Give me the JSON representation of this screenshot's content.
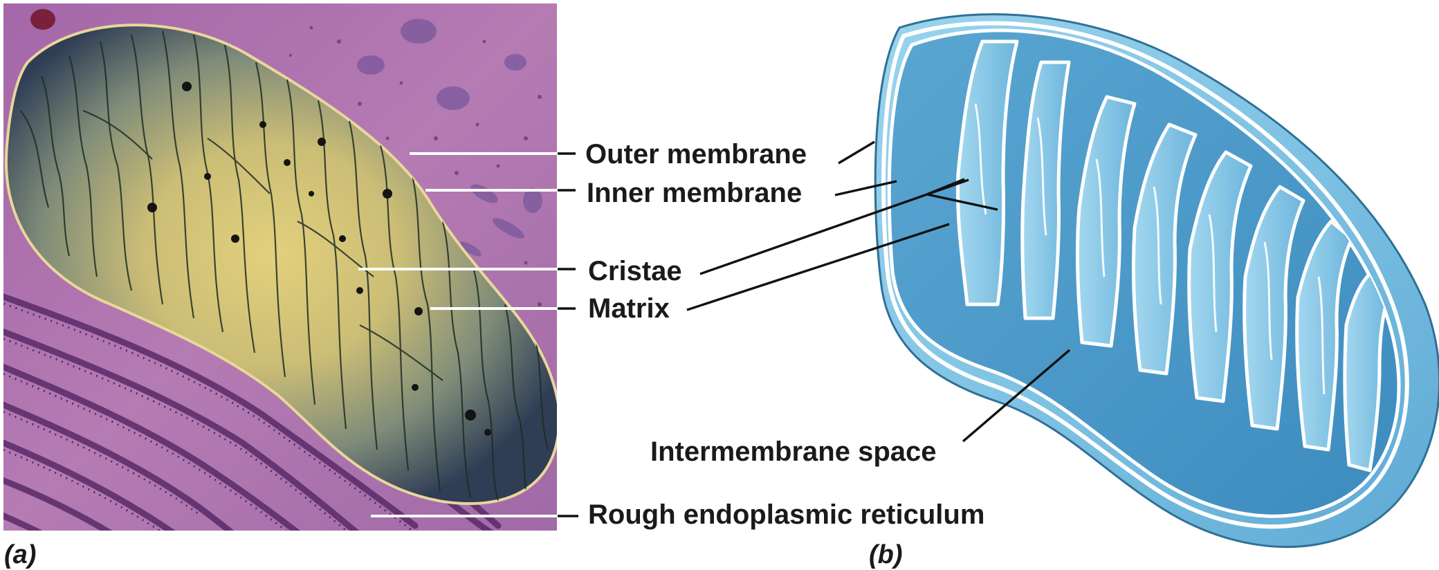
{
  "panels": {
    "a": {
      "letter": "(a)",
      "labels": {
        "outer_membrane": "Outer membrane",
        "inner_membrane": "Inner membrane",
        "cristae": "Cristae",
        "matrix": "Matrix",
        "rough_er": "Rough endoplasmic reticulum"
      }
    },
    "b": {
      "letter": "(b)",
      "labels": {
        "intermembrane_space": "Intermembrane space"
      }
    }
  },
  "colors": {
    "micrograph_background": "#b277b0",
    "micrograph_er": "#6b3a78",
    "mitochondrion_center": "#d8c77a",
    "mitochondrion_edge": "#34435a",
    "illustration_blue": "#7fc2e4",
    "illustration_dark_blue": "#3f8fbd",
    "illustration_membrane": "#ffffff"
  }
}
